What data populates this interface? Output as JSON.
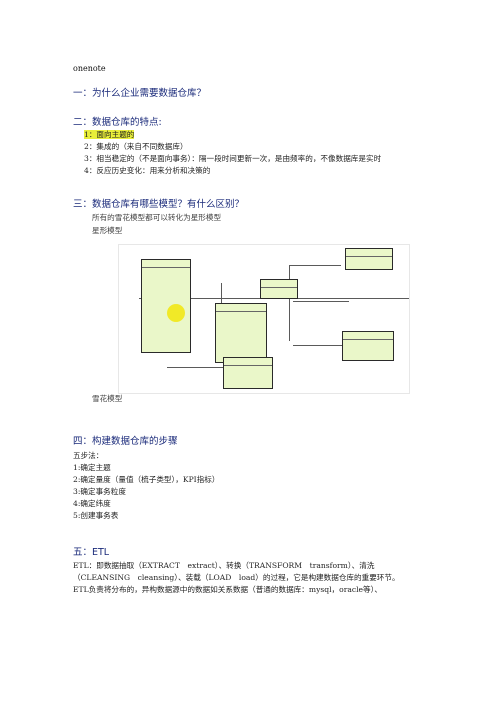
{
  "doc": {
    "onenote": "onenote",
    "h1": "一：为什么企业需要数据仓库？",
    "h2": "二：数据仓库的特点:",
    "h2_items": [
      "1：面向主题的",
      "2：集成的（来自不同数据库）",
      "3：相当稳定的（不是面向事务）：隔一段时间更新一次，是由频率的，不像数据库是实时",
      "4：反应历史变化：用来分析和决策的"
    ],
    "h3": "三：数据仓库有哪些模型？有什么区别？",
    "h3_line1": "所有的雪花模型都可以转化为星形模型",
    "h3_line2": "星形模型",
    "h3_line3": "雪花模型",
    "h4": "四：构建数据仓库的步骤",
    "h4_items": [
      "五步法：",
      "1:确定主题",
      "2:确定量度（量值（梳子类型），KPI指标）",
      "3:确定事务粒度",
      "4:确定纬度",
      "5:创建事务表"
    ],
    "h5": "五：ETL",
    "h5_p1": "ETL：即数据抽取（EXTRACT　extract）、转换（TRANSFORM　transform）、清洗",
    "h5_p2": "（CLEANSING　cleansing）、装载（LOAD　load）的过程，它是构建数据仓库的重要环节。",
    "h5_p3": "ETL负责将分布的，异构数据源中的数据如关系数据（普通的数据库：mysql，oracle等）、"
  },
  "colors": {
    "heading": "#1a2a7a",
    "highlight": "#e8ee3a",
    "entity_fill": "#eaf7c9",
    "marker": "#f1e81f"
  }
}
